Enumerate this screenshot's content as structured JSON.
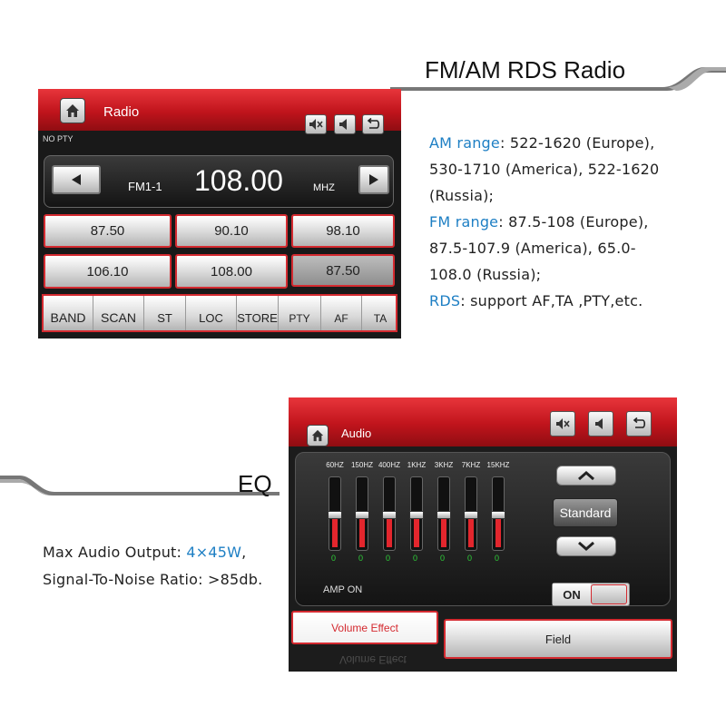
{
  "radio_section": {
    "heading": "FM/AM RDS Radio",
    "specs": {
      "am_label": "AM range",
      "am_text_1": ": 522-1620 (Europe),",
      "am_text_2": "530-1710 (America), 522-1620",
      "am_text_3": "(Russia);",
      "fm_label": "FM range",
      "fm_text_1": ": 87.5-108 (Europe),",
      "fm_text_2": "87.5-107.9 (America), 65.0-",
      "fm_text_3": "108.0 (Russia);",
      "rds_label": "RDS",
      "rds_text": ": support AF,TA ,PTY,etc."
    }
  },
  "radio_screen": {
    "title": "Radio",
    "pty_status": "NO PTY",
    "band_preset": "FM1-1",
    "frequency": "108.00",
    "unit": "MHZ",
    "presets": [
      "87.50",
      "90.10",
      "98.10",
      "106.10",
      "108.00",
      "87.50"
    ],
    "tabs": [
      "BAND",
      "SCAN",
      "ST",
      "LOC",
      "STORE",
      "PTY",
      "AF",
      "TA"
    ],
    "icons": {
      "home": "home-icon",
      "mute": "mute-icon",
      "volume": "speaker-icon",
      "back": "back-icon"
    }
  },
  "eq_section": {
    "heading": "EQ",
    "specs": {
      "output_label": "Max Audio Output: ",
      "output_value": "4×45W",
      "output_end": ",",
      "snr_text": "Signal-To-Noise Ratio: >85db."
    }
  },
  "audio_screen": {
    "title": "Audio",
    "bands": [
      {
        "freq": "60HZ",
        "gain": "0",
        "level": 0.5
      },
      {
        "freq": "150HZ",
        "gain": "0",
        "level": 0.5
      },
      {
        "freq": "400HZ",
        "gain": "0",
        "level": 0.5
      },
      {
        "freq": "1KHZ",
        "gain": "0",
        "level": 0.5
      },
      {
        "freq": "3KHZ",
        "gain": "0",
        "level": 0.5
      },
      {
        "freq": "7KHZ",
        "gain": "0",
        "level": 0.5
      },
      {
        "freq": "15KHZ",
        "gain": "0",
        "level": 0.5
      }
    ],
    "preset": "Standard",
    "amp_label": "AMP ON",
    "amp_state": "ON",
    "volume_effect": "Volume Effect",
    "field": "Field",
    "reflection_text": "Volume Effect"
  },
  "colors": {
    "accent_red": "#d42a30",
    "spec_blue": "#1e7fc4",
    "eq_green": "#2fcf3a"
  }
}
